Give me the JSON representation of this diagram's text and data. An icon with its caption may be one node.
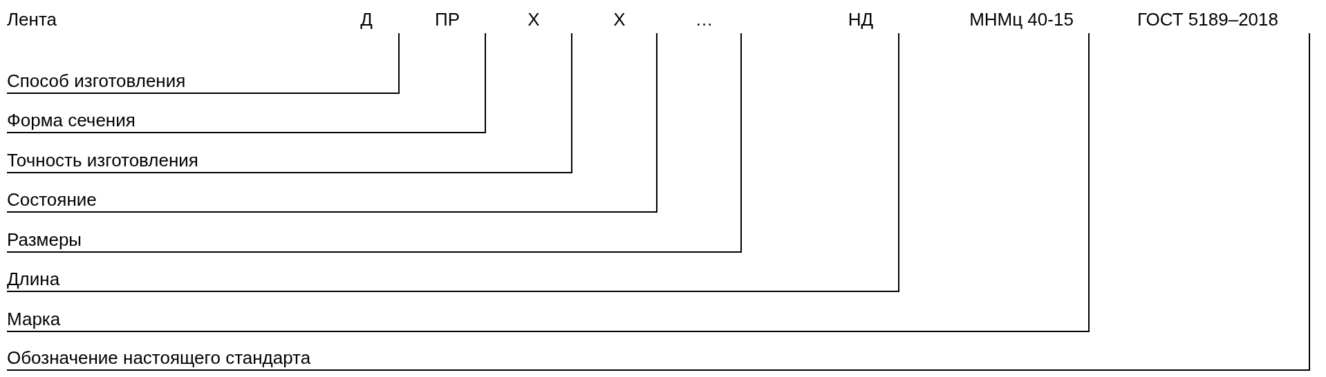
{
  "diagram": {
    "nodes": [
      {
        "text": [
          "Д"
        ]
      },
      {
        "text": [
          "ПР"
        ]
      },
      {
        "text": [
          "Х"
        ]
      },
      {
        "text": [
          "Х"
        ]
      },
      {
        "text": [
          "…"
        ]
      },
      {
        "text": [
          "НД"
        ]
      },
      {
        "text": [
          "МНМц 40-15"
        ]
      },
      {
        "text": [
          "ГОСТ 5189–2018"
        ]
      },
      {
        "text": [
          "Способ изготовления"
        ]
      },
      {
        "text": [
          "Форма сечения"
        ]
      },
      {
        "text": [
          "Точность изготовления"
        ]
      },
      {
        "text": [
          "Состояние"
        ]
      },
      {
        "text": [
          "Размеры"
        ]
      },
      {
        "text": [
          "Длина"
        ]
      },
      {
        "text": [
          "Марка"
        ]
      },
      {
        "text": [
          "Обозначение настоящего стандарта"
        ]
      }
    ],
    "edges": [
      {
        "from": 8,
        "to": 0,
        "arrow": "none"
      },
      {
        "from": 9,
        "to": 1,
        "arrow": "none"
      },
      {
        "from": 10,
        "to": 2,
        "arrow": "none"
      },
      {
        "from": 11,
        "to": 3,
        "arrow": "none"
      },
      {
        "from": 12,
        "to": 4,
        "arrow": "none"
      },
      {
        "from": 13,
        "to": 5,
        "arrow": "none"
      },
      {
        "from": 14,
        "to": 6,
        "arrow": "none"
      },
      {
        "from": 15,
        "to": 7,
        "arrow": "none"
      }
    ],
    "labels": [
      "Лента"
    ]
  }
}
